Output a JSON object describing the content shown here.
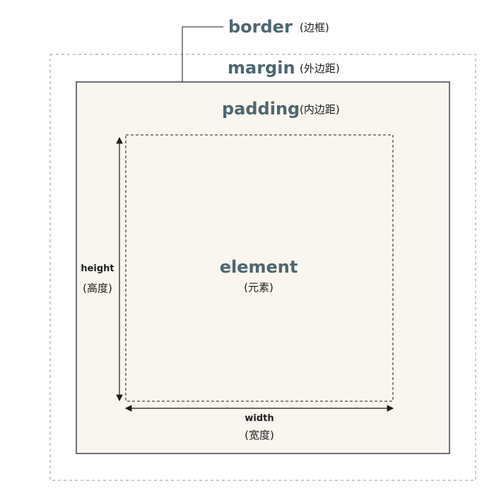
{
  "border": {
    "label": "border",
    "note": "(边框)"
  },
  "margin": {
    "label": "margin",
    "note": "(外边距)"
  },
  "padding": {
    "label": "padding",
    "note": "(内边距)"
  },
  "element": {
    "label": "element",
    "note": "(元素)"
  },
  "height": {
    "label": "height",
    "note": "(高度)"
  },
  "width": {
    "label": "width",
    "note": "(宽度)"
  },
  "colors": {
    "label_text": "#4d6770",
    "border_box_fill": "#f8f6ee",
    "line": "#1a1a1a",
    "dashed_line": "#9a9a9a"
  }
}
